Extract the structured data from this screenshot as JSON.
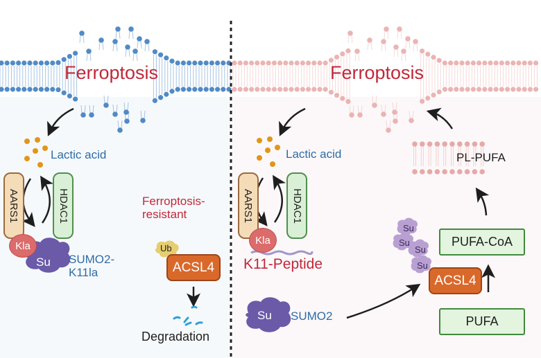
{
  "left_panel": {
    "title": "Ferroptosis",
    "lactic_acid": "Lactic acid",
    "aars1": "AARS1",
    "hdac1": "HDAC1",
    "kla": "Kla",
    "su": "Su",
    "sumo_label_line1": "SUMO2-",
    "sumo_label_line2": "K11la",
    "resistant_line1": "Ferroptosis-",
    "resistant_line2": "resistant",
    "ub": "Ub",
    "acsl4": "ACSL4",
    "degradation": "Degradation"
  },
  "right_panel": {
    "title": "Ferroptosis",
    "lactic_acid": "Lactic acid",
    "aars1": "AARS1",
    "hdac1": "HDAC1",
    "kla": "Kla",
    "peptide": "K11-Peptide",
    "su": "Su",
    "sumo2": "SUMO2",
    "su_cluster": [
      "Su",
      "Su",
      "Su",
      "Su"
    ],
    "acsl4": "ACSL4",
    "pufa_coa": "PUFA-CoA",
    "pufa": "PUFA",
    "pl_pufa": "PL-PUFA"
  },
  "colors": {
    "membrane_left": "#3f7fc0",
    "membrane_right": "#e8a8a8",
    "title_red": "#c0283a",
    "label_blue": "#2e6ca6",
    "lactate_orange": "#e0961a",
    "sumo_purple": "#6a5aa8",
    "acsl4_orange": "#d9692b",
    "green_box": "#3f8a3c"
  }
}
